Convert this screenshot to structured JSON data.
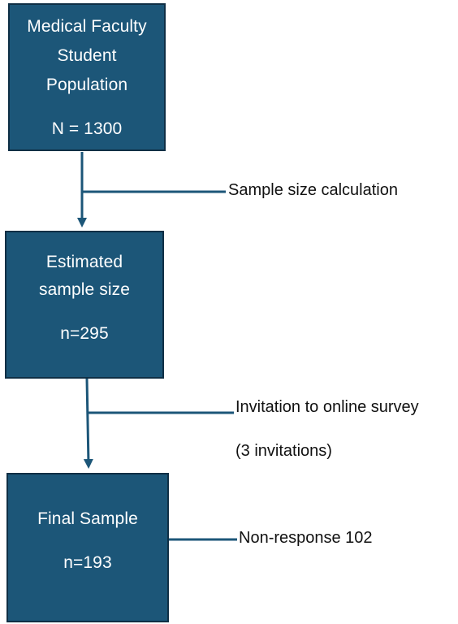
{
  "colors": {
    "box_fill": "#1c5678",
    "box_border": "#0f2f45",
    "connector": "#1c5678",
    "box_text": "#ffffff",
    "label_text": "#111111"
  },
  "boxes": [
    {
      "lines": [
        "Medical Faculty",
        "Student",
        "Population"
      ],
      "count": "N = 1300"
    },
    {
      "lines": [
        "Estimated",
        "sample size"
      ],
      "count": "n=295"
    },
    {
      "lines": [
        "Final Sample"
      ],
      "count": "n=193"
    }
  ],
  "side_labels": {
    "sample_size_calculation": "Sample size calculation",
    "invitation": "Invitation to online survey",
    "invitation_count": "(3 invitations)",
    "non_response": "Non-response 102"
  }
}
